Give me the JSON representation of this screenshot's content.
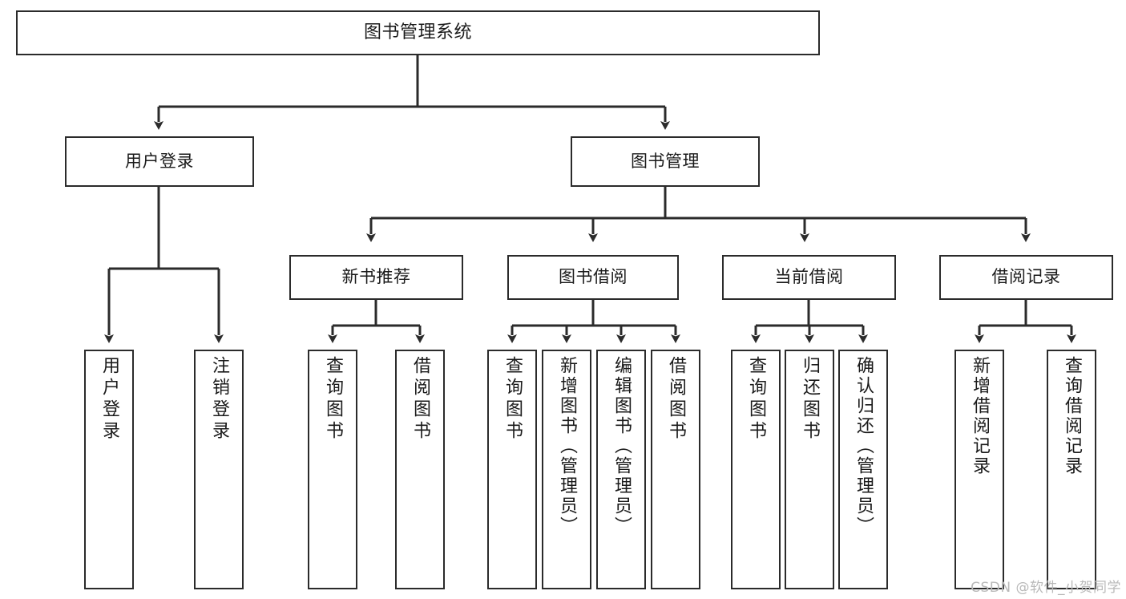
{
  "diagram": {
    "type": "tree-hierarchy",
    "title": "图书管理系统",
    "watermark": "CSDN @软件_小贺同学",
    "colors": {
      "box_border": "#2b2b2b",
      "box_fill": "#ffffff",
      "edge": "#2b2b2b",
      "text": "#1a1a1a",
      "watermark": "#b9b9b9",
      "background": "#ffffff"
    },
    "nodes": {
      "root": {
        "label": "图书管理系统"
      },
      "level2": [
        {
          "id": "user-login",
          "label": "用户登录"
        },
        {
          "id": "book-management",
          "label": "图书管理"
        }
      ],
      "level3": [
        {
          "id": "new-book-recommend",
          "label": "新书推荐"
        },
        {
          "id": "book-borrow",
          "label": "图书借阅"
        },
        {
          "id": "current-borrow",
          "label": "当前借阅"
        },
        {
          "id": "borrow-record",
          "label": "借阅记录"
        }
      ],
      "leaves": {
        "user-login": [
          {
            "id": "leaf-user-login",
            "label": "用户登录"
          },
          {
            "id": "leaf-logout-login",
            "label": "注销登录"
          }
        ],
        "new-book-recommend": [
          {
            "id": "leaf-query-book-1",
            "label": "查询图书"
          },
          {
            "id": "leaf-borrow-book-1",
            "label": "借阅图书"
          }
        ],
        "book-borrow": [
          {
            "id": "leaf-query-book-2",
            "label": "查询图书"
          },
          {
            "id": "leaf-add-book-admin",
            "label": "新增图书（管理员）"
          },
          {
            "id": "leaf-edit-book-admin",
            "label": "编辑图书（管理员）"
          },
          {
            "id": "leaf-borrow-book-2",
            "label": "借阅图书"
          }
        ],
        "current-borrow": [
          {
            "id": "leaf-query-book-3",
            "label": "查询图书"
          },
          {
            "id": "leaf-return-book",
            "label": "归还图书"
          },
          {
            "id": "leaf-confirm-return-admin",
            "label": "确认归还（管理员）"
          }
        ],
        "borrow-record": [
          {
            "id": "leaf-add-borrow-record",
            "label": "新增借阅记录"
          },
          {
            "id": "leaf-query-borrow-record",
            "label": "查询借阅记录"
          }
        ]
      }
    }
  }
}
